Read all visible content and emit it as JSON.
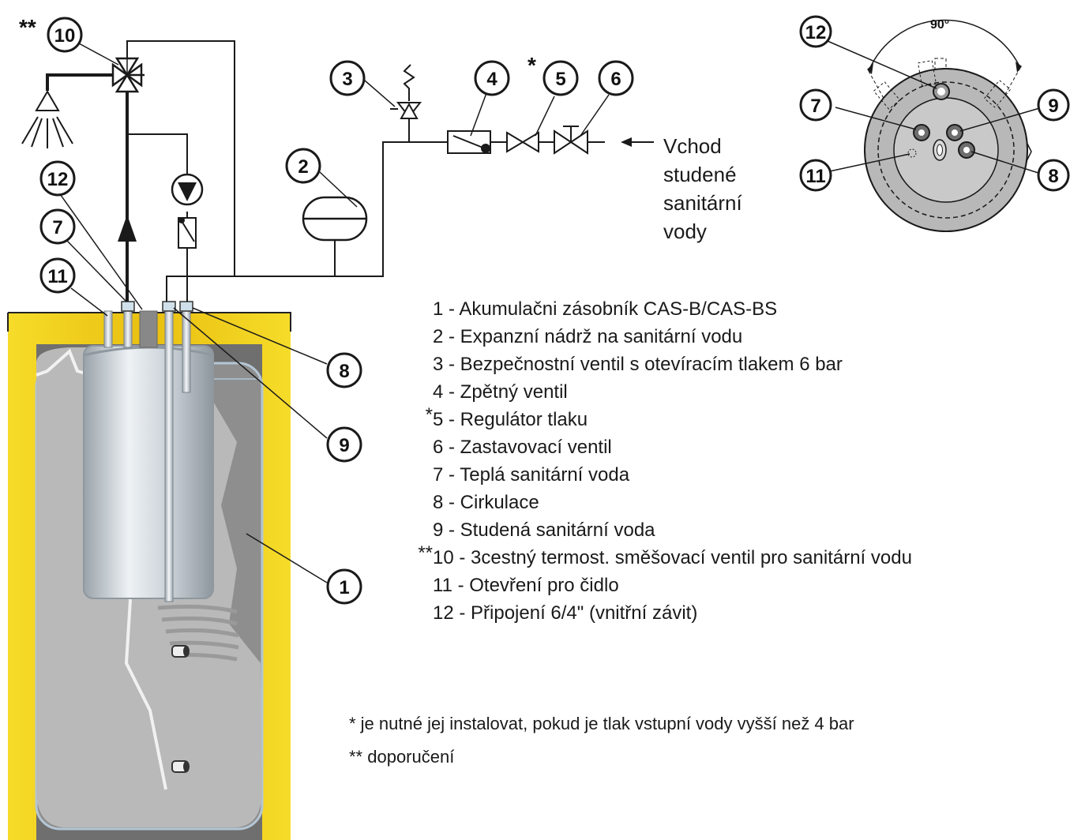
{
  "callouts": {
    "c1": "1",
    "c2": "2",
    "c3": "3",
    "c4": "4",
    "c5": "5",
    "c6": "6",
    "c7": "7",
    "c8": "8",
    "c9": "9",
    "c10": "10",
    "c11": "11",
    "c12": "12",
    "top_7": "7",
    "top_8": "8",
    "top_9": "9",
    "top_11": "11",
    "top_12": "12"
  },
  "marks": {
    "single": "*",
    "double": "**"
  },
  "angle_label": "90°",
  "inlet_label": [
    "Vchod",
    "studené",
    "sanitární",
    "vody"
  ],
  "legend": [
    {
      "mark": "",
      "text": "1 - Akumulačni zásobník CAS-B/CAS-BS"
    },
    {
      "mark": "",
      "text": "2 - Expanzní nádrž na sanitární vodu"
    },
    {
      "mark": "",
      "text": "3 - Bezpečnostní ventil s otevíracím tlakem 6 bar"
    },
    {
      "mark": "",
      "text": "4 - Zpětný ventil"
    },
    {
      "mark": "*",
      "text": "5 - Regulátor tlaku"
    },
    {
      "mark": "",
      "text": "6 - Zastavovací ventil"
    },
    {
      "mark": "",
      "text": "7 - Teplá sanitární voda"
    },
    {
      "mark": "",
      "text": "8 - Cirkulace"
    },
    {
      "mark": "",
      "text": "9 - Studená sanitární voda"
    },
    {
      "mark": "**",
      "text": "10 - 3cestný termost. směšovací ventil pro sanitární vodu"
    },
    {
      "mark": "",
      "text": "11 - Otevření pro čidlo"
    },
    {
      "mark": "",
      "text": "12 - Připojení 6/4\" (vnitřní závit)"
    }
  ],
  "notes": {
    "single": "* je nutné jej instalovat, pokud je tlak vstupní vody vyšší než 4 bar",
    "double": "** doporučení"
  },
  "colors": {
    "insulation": "#f2d21a",
    "tank_gray": "#8c8c8c",
    "inner_gray": "#b9b9b9",
    "steel": "#cfd6dc",
    "line": "#1a1a1a"
  }
}
